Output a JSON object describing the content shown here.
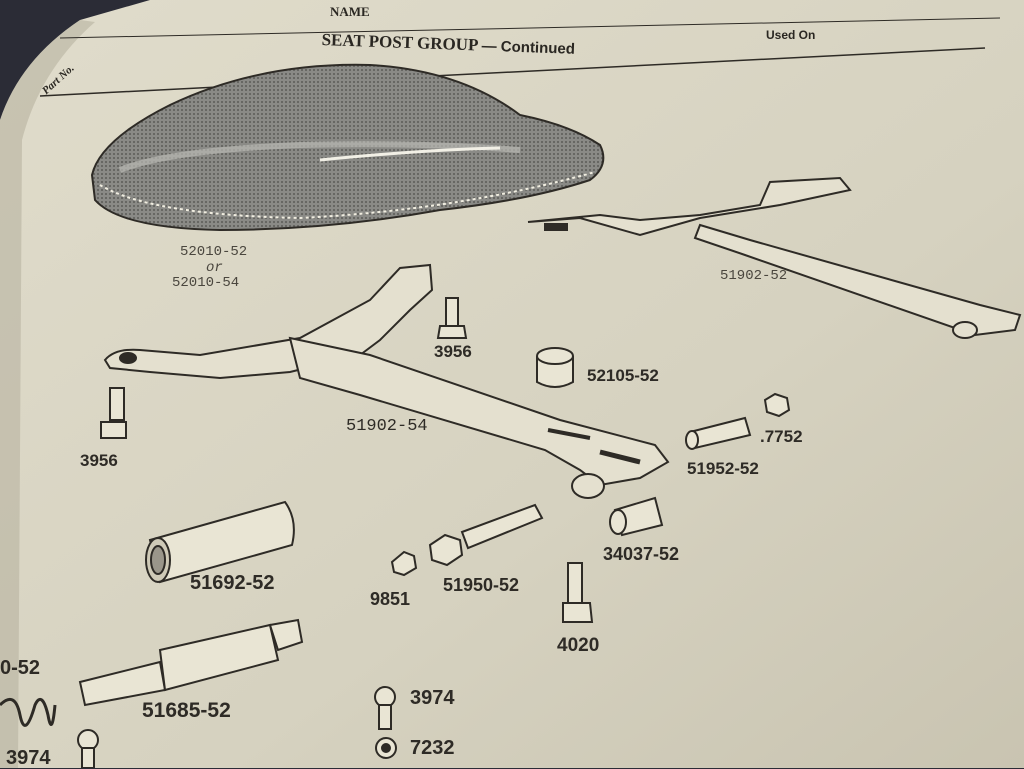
{
  "header": {
    "name_label": "NAME",
    "part_no_label": "Part No.",
    "title": "SEAT POST GROUP",
    "title_suffix": "— Continued",
    "used_on_label": "Used On"
  },
  "seat": {
    "part_numbers": [
      "52010-52",
      "or",
      "52010-54"
    ]
  },
  "parts": [
    {
      "key": "p51902_52",
      "number": "51902-52"
    },
    {
      "key": "p3956_a",
      "number": "3956"
    },
    {
      "key": "p52105_52",
      "number": "52105-52"
    },
    {
      "key": "p3956_b",
      "number": "3956"
    },
    {
      "key": "p51902_54",
      "number": "51902-54"
    },
    {
      "key": "p7752",
      "number": ".7752"
    },
    {
      "key": "p51952_52",
      "number": "51952-52"
    },
    {
      "key": "p34037_52",
      "number": "34037-52"
    },
    {
      "key": "p51692_52",
      "number": "51692-52"
    },
    {
      "key": "p9851",
      "number": "9851"
    },
    {
      "key": "p51950_52",
      "number": "51950-52"
    },
    {
      "key": "p4020",
      "number": "4020"
    },
    {
      "key": "p_partial_52",
      "number": "0-52"
    },
    {
      "key": "p51685_52",
      "number": "51685-52"
    },
    {
      "key": "p3974_a",
      "number": "3974"
    },
    {
      "key": "p7232",
      "number": "7232"
    },
    {
      "key": "p3974_b",
      "number": "3974"
    }
  ],
  "colors": {
    "paper": "#d9d5c4",
    "ink": "#2e2b26",
    "background": "#2b2c36"
  }
}
